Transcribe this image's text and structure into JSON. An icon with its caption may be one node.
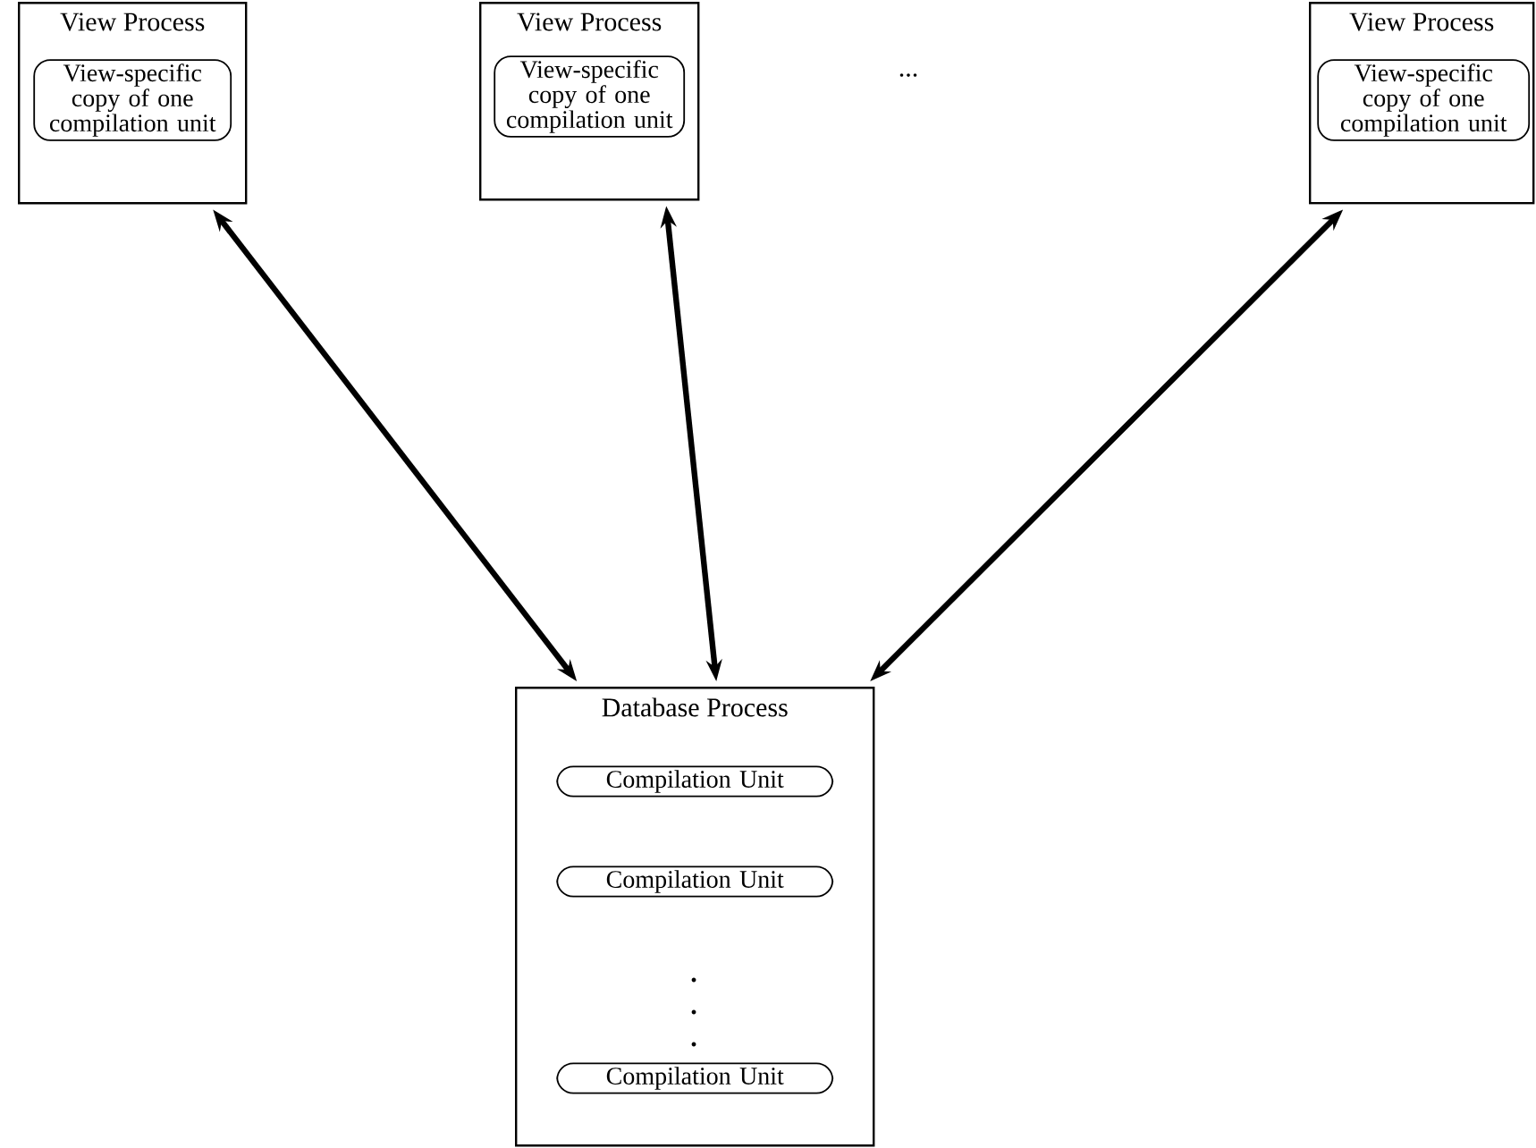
{
  "diagram": {
    "nodes": [
      {
        "text": [
          "View Process"
        ]
      },
      {
        "text": [
          "View-specific copy of one compilation unit"
        ],
        "in": 0
      },
      {
        "text": [
          "View Process"
        ]
      },
      {
        "text": [
          "View-specific copy of one compilation unit"
        ],
        "in": 2
      },
      {
        "text": [
          "View Process"
        ]
      },
      {
        "text": [
          "View-specific copy of one compilation unit"
        ],
        "in": 4
      },
      {
        "text": [
          "Database Process"
        ]
      },
      {
        "text": [
          "Compilation Unit"
        ],
        "in": 6
      },
      {
        "text": [
          "Compilation Unit"
        ],
        "in": 6
      },
      {
        "text": [
          "Compilation Unit"
        ],
        "in": 6
      }
    ],
    "edges": [
      {
        "from": 0,
        "to": 6,
        "arrow": "both"
      },
      {
        "from": 2,
        "to": 6,
        "arrow": "both"
      },
      {
        "from": 4,
        "to": 6,
        "arrow": "both"
      }
    ],
    "labels": [
      "..."
    ]
  }
}
